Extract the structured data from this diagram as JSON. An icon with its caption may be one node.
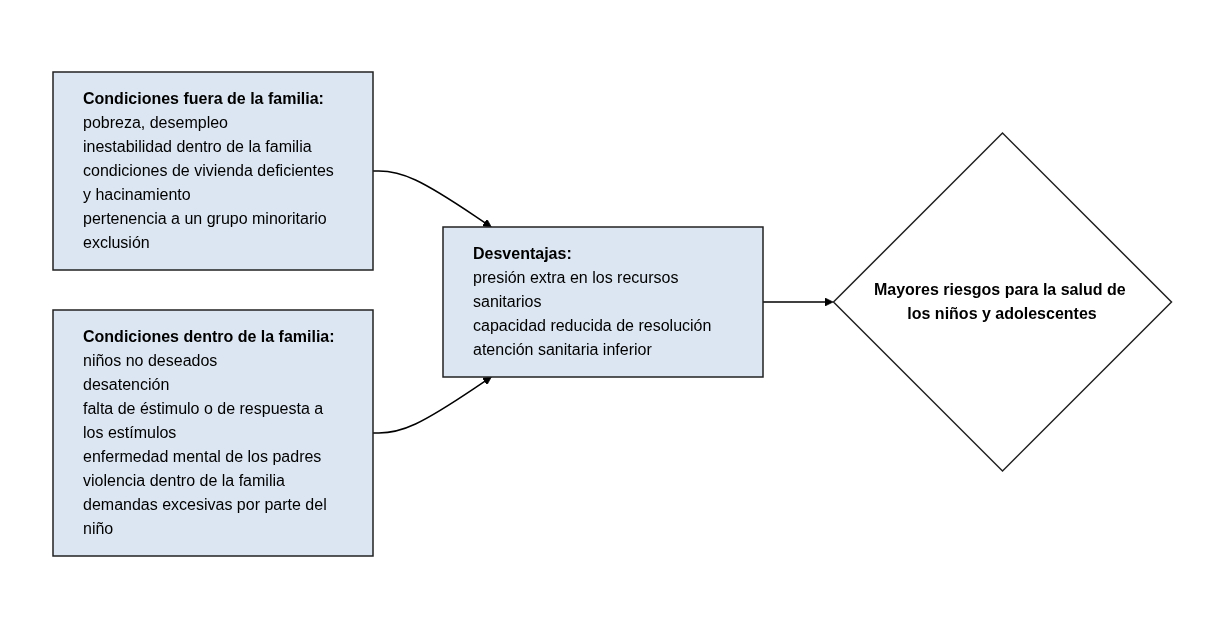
{
  "diagram": {
    "nodes": [
      {
        "text": [
          "Condiciones fuera de la familia:",
          "pobreza, desempleo",
          "inestabilidad dentro de la familia",
          "condiciones de vivienda deficientes y hacinamiento",
          "pertenencia a un grupo minoritario",
          "exclusión"
        ]
      },
      {
        "text": [
          "Condiciones dentro de la familia:",
          "niños no deseados",
          "desatención",
          "falta de éstimulo o de respuesta a los estímulos",
          "enfermedad mental de los padres",
          "violencia dentro de la familia",
          "demandas excesivas por parte del niño"
        ]
      },
      {
        "text": [
          "Desventajas:",
          "presión extra en los recursos sanitarios",
          "capacidad reducida de resolución",
          "atención sanitaria inferior"
        ]
      },
      {
        "text": [
          "Mayores riesgos para la salud de los niños y adolescentes"
        ]
      }
    ],
    "edges": [
      {
        "from": 0,
        "to": 2,
        "arrow": "to"
      },
      {
        "from": 1,
        "to": 2,
        "arrow": "to"
      },
      {
        "from": 2,
        "to": 3,
        "arrow": "to"
      }
    ]
  }
}
